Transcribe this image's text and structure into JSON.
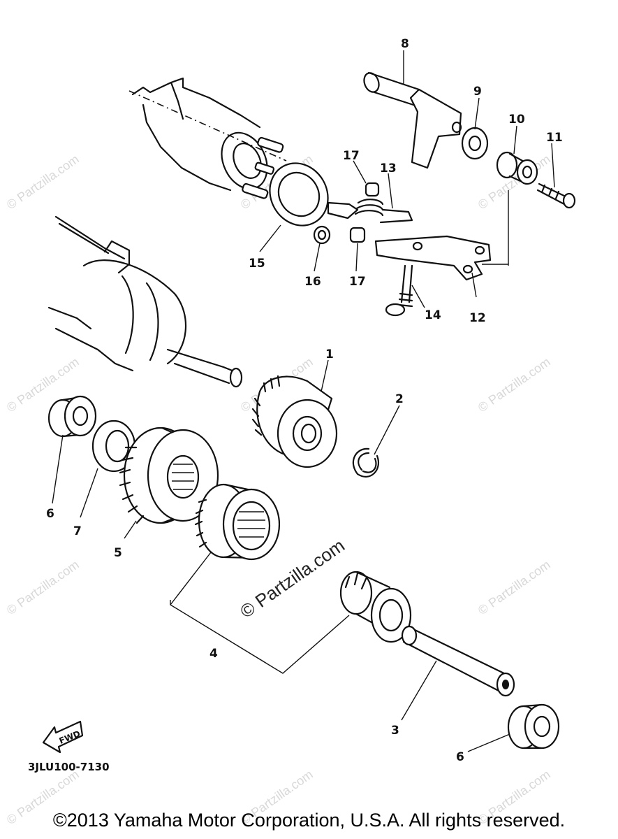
{
  "watermarks": {
    "small_text": "© Partzilla.com",
    "main_text": "© Partzilla.com"
  },
  "callouts": {
    "c1": "1",
    "c2": "2",
    "c3": "3",
    "c4": "4",
    "c5": "5",
    "c6a": "6",
    "c6b": "6",
    "c7": "7",
    "c8": "8",
    "c9": "9",
    "c10": "10",
    "c11": "11",
    "c12": "12",
    "c13": "13",
    "c14": "14",
    "c15": "15",
    "c16": "16",
    "c17a": "17",
    "c17b": "17"
  },
  "direction_badge": "FWD",
  "diagram_code": "3JLU100-7130",
  "copyright": "©2013 Yamaha Motor Corporation, U.S.A. All rights reserved."
}
